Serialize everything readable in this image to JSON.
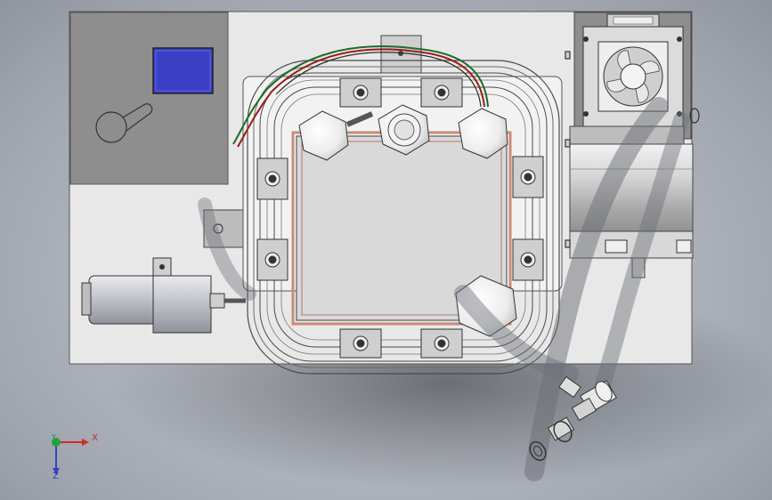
{
  "viewport": {
    "background": "#b3b7bf",
    "plate_color": "#e7e7e7",
    "panel_color": "#8e8e8e",
    "screen_color": "#3b3fc6",
    "gasket_color": "#c98b78",
    "wire_colors": [
      "#1f6b2a",
      "#9b1b1b",
      "#2b2b2b"
    ]
  },
  "triad": {
    "x_label": "X",
    "y_label": "Y",
    "z_label": "Z",
    "x_color": "#d42a2a",
    "y_color": "#22a33a",
    "z_color": "#2f45c8"
  },
  "components": {
    "panel": "control-panel",
    "display": "lcd-screen",
    "chamber": "chamber-frame",
    "fan": "cooling-fan",
    "motor": "motor-cylinder",
    "pump": "pump-motor",
    "hose": "hose-fitting"
  }
}
